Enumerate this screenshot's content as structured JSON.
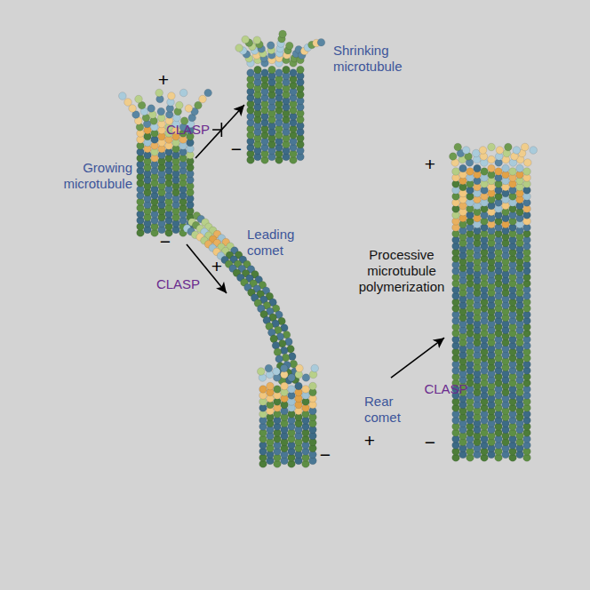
{
  "diagram": {
    "nodes": [
      {
        "text": [
          "Growing microtubule",
          "+",
          "−"
        ]
      },
      {
        "text": [
          "Shrinking microtubule",
          "−"
        ]
      },
      {
        "text": [
          "Leading comet",
          "+",
          "Rear comet",
          "+",
          "−"
        ]
      },
      {
        "text": [
          "+",
          "−"
        ]
      }
    ],
    "edges": [
      {
        "from": 0,
        "to": 1,
        "arrow": "to",
        "label": "CLASP"
      },
      {
        "from": 0,
        "to": 2,
        "arrow": "to",
        "label": "CLASP"
      },
      {
        "from": 2,
        "to": 3,
        "arrow": "to",
        "label": "CLASP"
      }
    ],
    "labels": [
      "Processive microtubule polymerization"
    ]
  }
}
